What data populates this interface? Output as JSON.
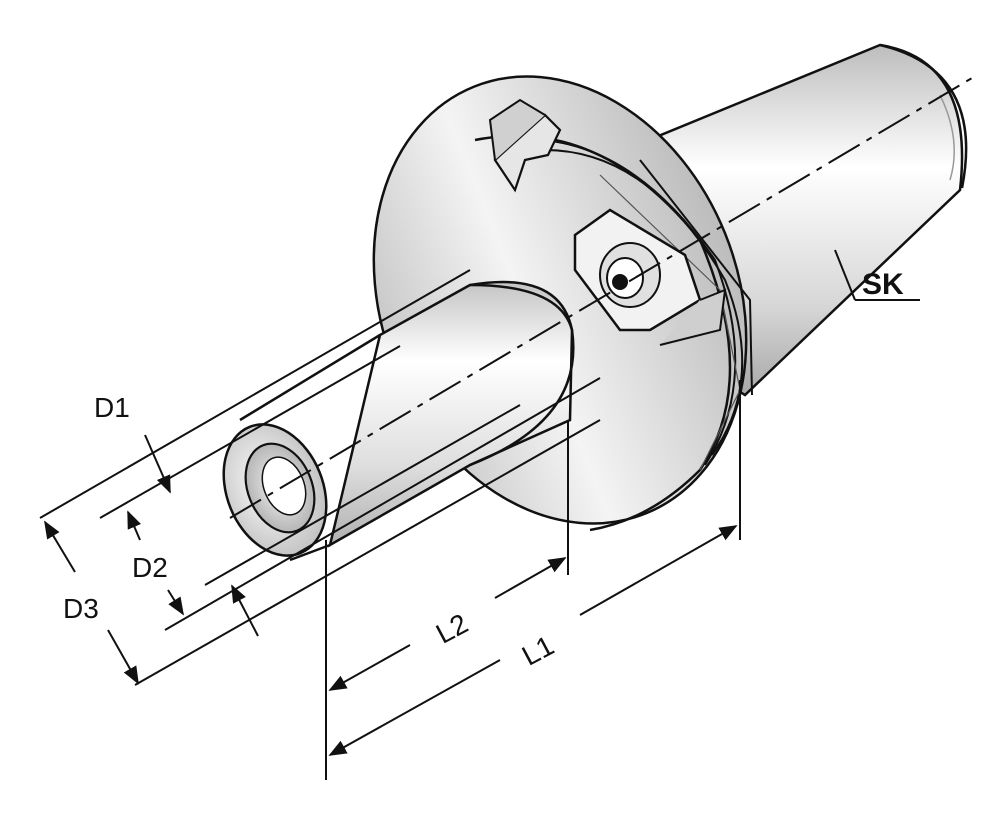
{
  "labels": {
    "sk": "SK",
    "d1": "D1",
    "d2": "D2",
    "d3": "D3",
    "l1": "L1",
    "l2": "L2"
  },
  "colors": {
    "line": "#111111",
    "metal_light": "#ffffff",
    "metal_mid": "#d9d9d9",
    "metal_dark": "#9a9a9a"
  }
}
